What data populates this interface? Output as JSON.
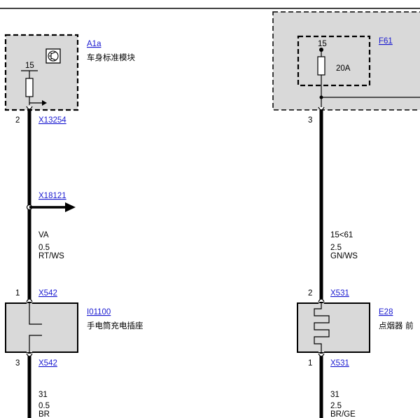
{
  "modules": {
    "a1a": {
      "id": "A1a",
      "name": "车身标准模块",
      "pin_label": "15"
    },
    "f61": {
      "id": "F61",
      "pin_label": "15",
      "rating": "20A"
    },
    "i01100": {
      "id": "I01100",
      "name": "手电筒充电插座"
    },
    "e28": {
      "id": "E28",
      "name": "点烟器 前"
    }
  },
  "connectors": {
    "x13254": {
      "id": "X13254",
      "pin": "2"
    },
    "x18121": {
      "id": "X18121"
    },
    "x542_top": {
      "id": "X542",
      "pin": "1"
    },
    "x542_bottom": {
      "id": "X542",
      "pin": "3"
    },
    "f61_out": {
      "pin": "3"
    },
    "x531_top": {
      "id": "X531",
      "pin": "2"
    },
    "x531_bottom": {
      "id": "X531",
      "pin": "1"
    }
  },
  "wires": {
    "left_mid": {
      "signal": "VA",
      "gauge": "0.5",
      "color": "RT/WS"
    },
    "left_bottom": {
      "signal": "31",
      "gauge": "0.5",
      "color": "BR"
    },
    "right_mid": {
      "signal": "15<61",
      "gauge": "2.5",
      "color": "GN/WS"
    },
    "right_bottom": {
      "signal": "31",
      "gauge": "2.5",
      "color": "BR/GE"
    }
  },
  "colors": {
    "link": "#1a1ad0",
    "module_fill": "#d9d9d9",
    "wire": "#000000"
  }
}
